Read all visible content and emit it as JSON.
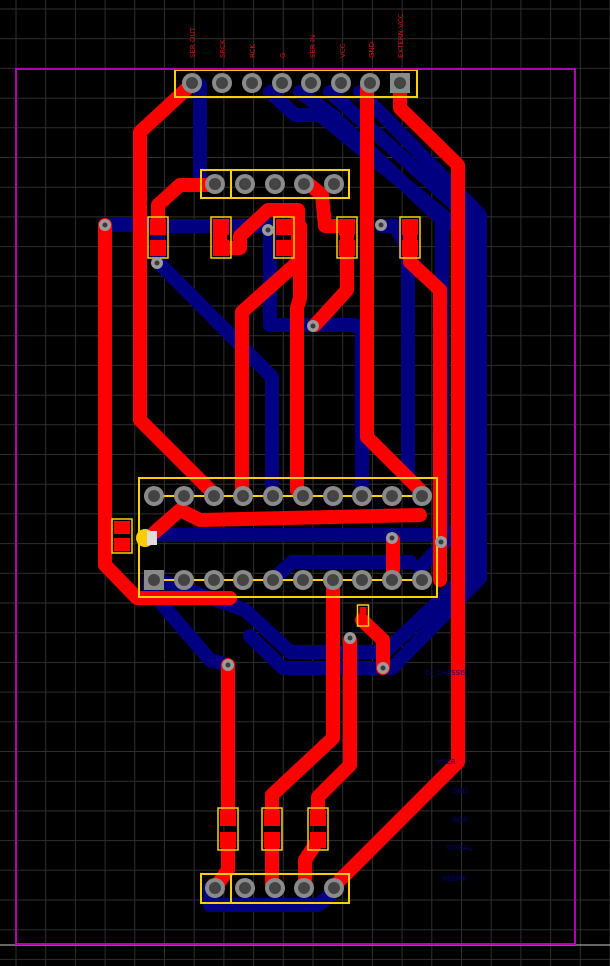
{
  "colors": {
    "background": "#000000",
    "grid": "#2f2f2f",
    "board_outline": "#b000b0",
    "top_copper": "#ff0000",
    "bottom_copper": "#000080",
    "silkscreen": "#ffd000",
    "pad_ring": "#8a8a8a",
    "via_ring": "#9a9a9a"
  },
  "header_top": {
    "pins": [
      {
        "label": "SER OUT"
      },
      {
        "label": "SRCK"
      },
      {
        "label": "RCK"
      },
      {
        "label": "G"
      },
      {
        "label": "SER IN"
      },
      {
        "label": "VCC"
      },
      {
        "label": "GND"
      },
      {
        "label": "EXTERN VCC"
      }
    ]
  },
  "silk_labels": [
    {
      "text": "Cr_CHASSIS"
    },
    {
      "text": "MSER"
    },
    {
      "text": "GND"
    },
    {
      "text": "INSK"
    },
    {
      "text": "SIGNAL"
    },
    {
      "text": "RESPIR"
    }
  ]
}
